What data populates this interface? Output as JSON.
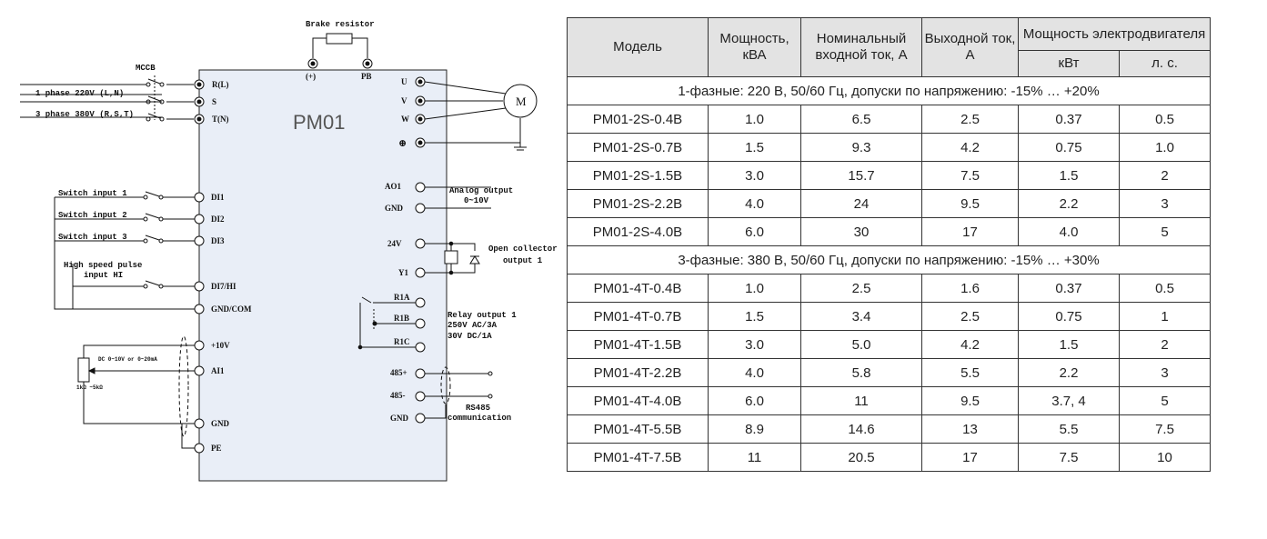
{
  "diagram": {
    "model_label": "PM01",
    "brake_resistor": "Brake resistor",
    "mccb": "MCCB",
    "phase1": "1 phase 220V (L,N)",
    "phase3": "3 phase 380V (R,S,T)",
    "term_left_power": [
      "R(L)",
      "S",
      "T(N)"
    ],
    "term_top": [
      "(+)",
      "PB"
    ],
    "term_right_power": [
      "U",
      "V",
      "W",
      "⊕"
    ],
    "motor": "M",
    "switch_inputs": [
      "Switch input  1",
      "Switch input  2",
      "Switch input  3"
    ],
    "di_terms": [
      "DI1",
      "DI2",
      "DI3"
    ],
    "hs_pulse_line1": "High speed pulse",
    "hs_pulse_line2": "input HI",
    "di7": "DI7/HI",
    "gndcom": "GND/COM",
    "v10": "+10V",
    "ai1": "AI1",
    "gnd_left": "GND",
    "pe": "PE",
    "pot_text": "DC 0~10V or 0~20mA",
    "pot_range": "1kΩ ~5kΩ",
    "ao1": "AO1",
    "gnd_ao": "GND",
    "analog_out_1": "Analog output",
    "analog_out_2": "0~10V",
    "v24": "24V",
    "y1": "Y1",
    "open_coll_1": "Open collector",
    "open_coll_2": "output 1",
    "r1a": "R1A",
    "r1b": "R1B",
    "r1c": "R1C",
    "relay_1": "Relay output 1",
    "relay_2": "250V AC/3A",
    "relay_3": "30V DC/1A",
    "rs485p": "485+",
    "rs485n": "485-",
    "gnd_485": "GND",
    "rs485_1": "RS485",
    "rs485_2": "communication"
  },
  "table": {
    "headers": {
      "model": "Модель",
      "power": "Мощность, кВА",
      "input_current": "Номинальный входной ток, А",
      "output_current": "Выходной ток, А",
      "motor_power": "Мощность электродвигателя",
      "kw": "кВт",
      "hp": "л. с."
    },
    "groups": [
      {
        "title": "1-фазные: 220 В, 50/60 Гц, допуски по напряжению: -15% … +20%",
        "rows": [
          [
            "PM01-2S-0.4B",
            "1.0",
            "6.5",
            "2.5",
            "0.37",
            "0.5"
          ],
          [
            "PM01-2S-0.7B",
            "1.5",
            "9.3",
            "4.2",
            "0.75",
            "1.0"
          ],
          [
            "PM01-2S-1.5B",
            "3.0",
            "15.7",
            "7.5",
            "1.5",
            "2"
          ],
          [
            "PM01-2S-2.2B",
            "4.0",
            "24",
            "9.5",
            "2.2",
            "3"
          ],
          [
            "PM01-2S-4.0B",
            "6.0",
            "30",
            "17",
            "4.0",
            "5"
          ]
        ]
      },
      {
        "title": "3-фазные: 380 В, 50/60 Гц, допуски по напряжению: -15% … +30%",
        "rows": [
          [
            "PM01-4T-0.4B",
            "1.0",
            "2.5",
            "1.6",
            "0.37",
            "0.5"
          ],
          [
            "PM01-4T-0.7B",
            "1.5",
            "3.4",
            "2.5",
            "0.75",
            "1"
          ],
          [
            "PM01-4T-1.5B",
            "3.0",
            "5.0",
            "4.2",
            "1.5",
            "2"
          ],
          [
            "PM01-4T-2.2B",
            "4.0",
            "5.8",
            "5.5",
            "2.2",
            "3"
          ],
          [
            "PM01-4T-4.0B",
            "6.0",
            "11",
            "9.5",
            "3.7, 4",
            "5"
          ],
          [
            "PM01-4T-5.5B",
            "8.9",
            "14.6",
            "13",
            "5.5",
            "7.5"
          ],
          [
            "PM01-4T-7.5B",
            "11",
            "20.5",
            "17",
            "7.5",
            "10"
          ]
        ]
      }
    ]
  }
}
